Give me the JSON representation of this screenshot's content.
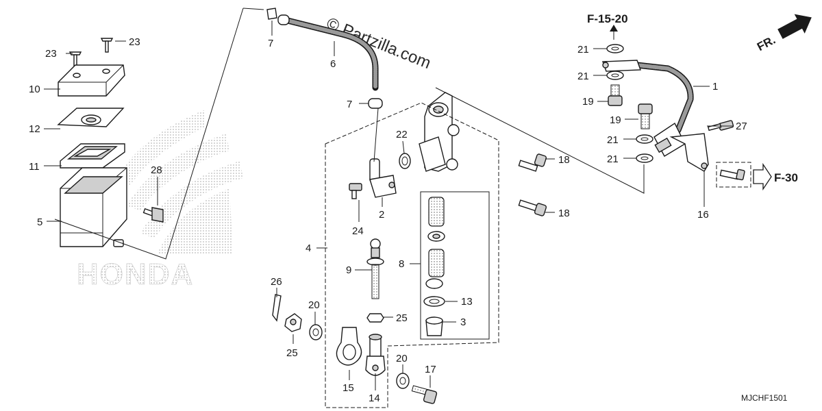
{
  "watermark": "© Partzilla.com",
  "background_logo": "HONDA",
  "diagram_code": "MJCHF1501",
  "direction_label": "FR.",
  "refs": {
    "top": "F-15-20",
    "right": "F-30"
  },
  "callouts": {
    "c1": "1",
    "c2": "2",
    "c3": "3",
    "c4": "4",
    "c5": "5",
    "c6": "6",
    "c7a": "7",
    "c7b": "7",
    "c8": "8",
    "c9": "9",
    "c10": "10",
    "c11": "11",
    "c12": "12",
    "c13": "13",
    "c14": "14",
    "c15": "15",
    "c16": "16",
    "c17": "17",
    "c18a": "18",
    "c18b": "18",
    "c19a": "19",
    "c19b": "19",
    "c20a": "20",
    "c20b": "20",
    "c21a": "21",
    "c21b": "21",
    "c21c": "21",
    "c21d": "21",
    "c22": "22",
    "c23a": "23",
    "c23b": "23",
    "c24": "24",
    "c25a": "25",
    "c25b": "25",
    "c26": "26",
    "c27": "27",
    "c28": "28"
  }
}
